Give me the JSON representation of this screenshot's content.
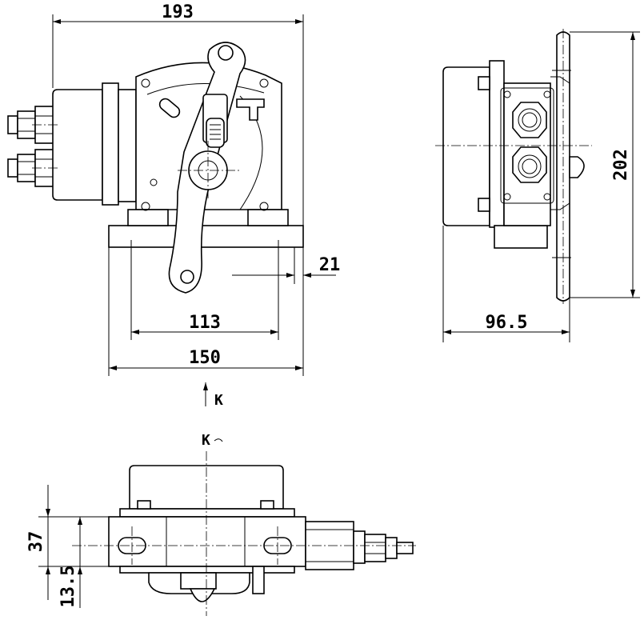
{
  "dimensions": {
    "front_width": "193",
    "base_width": "150",
    "hole_spacing": "113",
    "flange_offset": "21",
    "side_depth": "96.5",
    "side_height": "202",
    "bottom_height": "37",
    "bottom_offset": "13.5"
  },
  "view_labels": {
    "arrow_label": "K",
    "section_label": "K"
  }
}
